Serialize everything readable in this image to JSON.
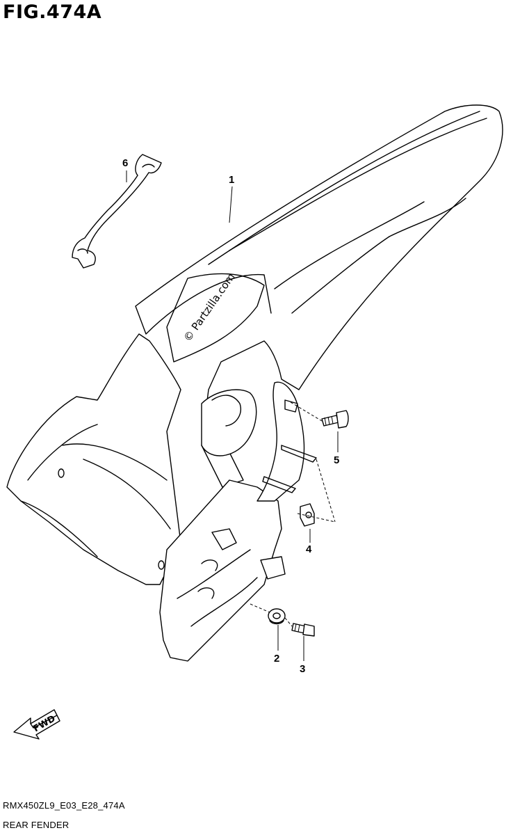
{
  "figure": {
    "title": "FIG.474A",
    "code": "RMX450ZL9_E03_E28_474A",
    "name": "REAR FENDER"
  },
  "watermark": "© Partzilla.com",
  "direction_arrow": "FWD",
  "callouts": [
    {
      "id": "c1",
      "label": "1"
    },
    {
      "id": "c2",
      "label": "2"
    },
    {
      "id": "c3",
      "label": "3"
    },
    {
      "id": "c4",
      "label": "4"
    },
    {
      "id": "c5",
      "label": "5"
    },
    {
      "id": "c6",
      "label": "6"
    }
  ]
}
